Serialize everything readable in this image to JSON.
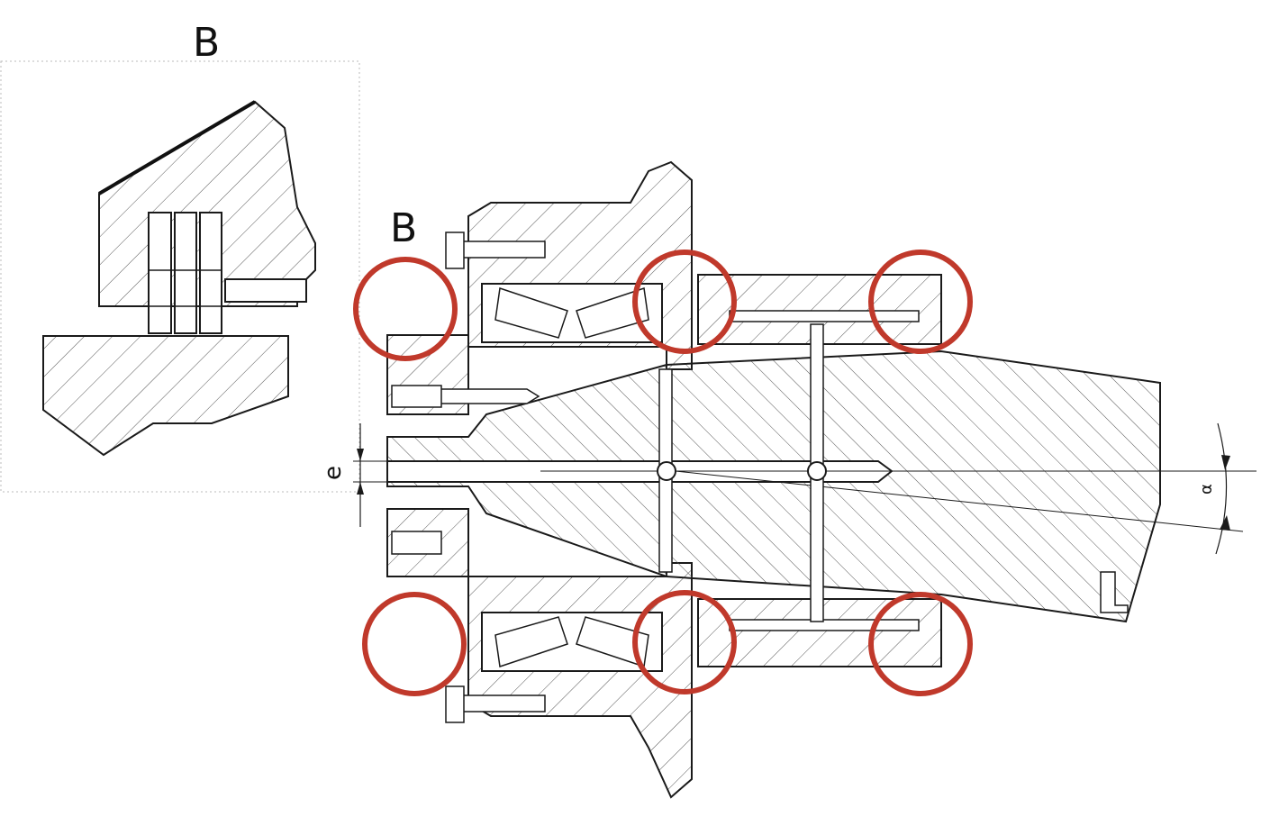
{
  "labels": {
    "detail_view": "B",
    "callout": "B",
    "offset_dim": "e",
    "angle_dim": "α"
  },
  "colors": {
    "line": "#1a1a1a",
    "hatch": "#555555",
    "highlight_circle": "#c0392b",
    "detail_frame": "#bbbbbb"
  },
  "highlight_count": 6
}
